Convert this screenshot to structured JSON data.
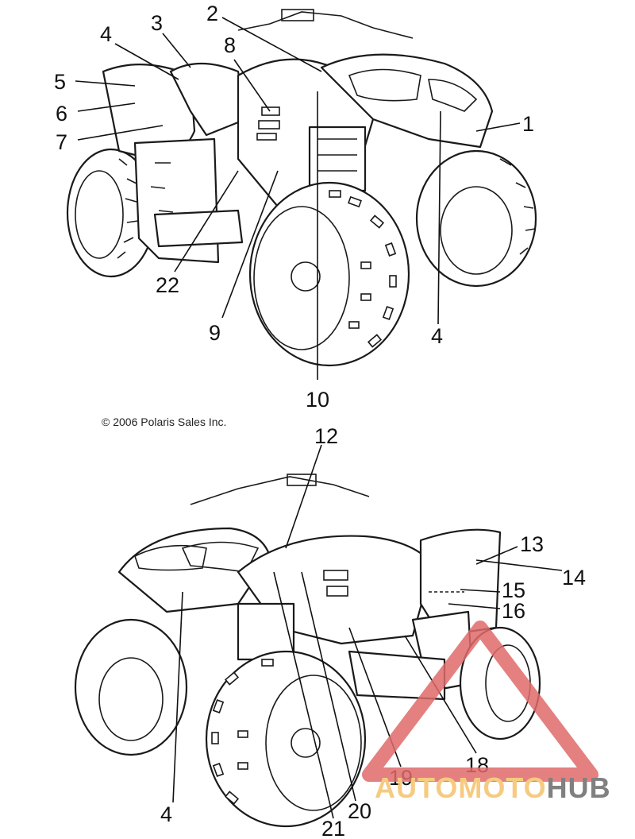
{
  "copyright": "© 2006 Polaris Sales Inc.",
  "callouts_top": [
    "1",
    "2",
    "3",
    "4",
    "5",
    "6",
    "7",
    "8",
    "22",
    "9",
    "10",
    "4"
  ],
  "callouts_bottom": [
    "12",
    "13",
    "14",
    "15",
    "16",
    "4",
    "21",
    "20",
    "19",
    "18"
  ],
  "watermark": {
    "part1": "AUTOMOTO",
    "part2": "HUB",
    "color1": "#f5c26b",
    "color2": "#6b6b6b",
    "triangle_color": "#e06a6a"
  }
}
